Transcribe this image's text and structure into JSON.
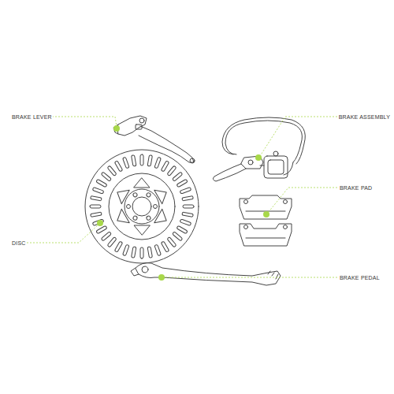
{
  "diagram": {
    "labels": [
      "BRAKE LEVER",
      "BRAKE ASSEMBLY",
      "BRAKE PAD",
      "DISC",
      "BRAKE PEDAL"
    ]
  }
}
